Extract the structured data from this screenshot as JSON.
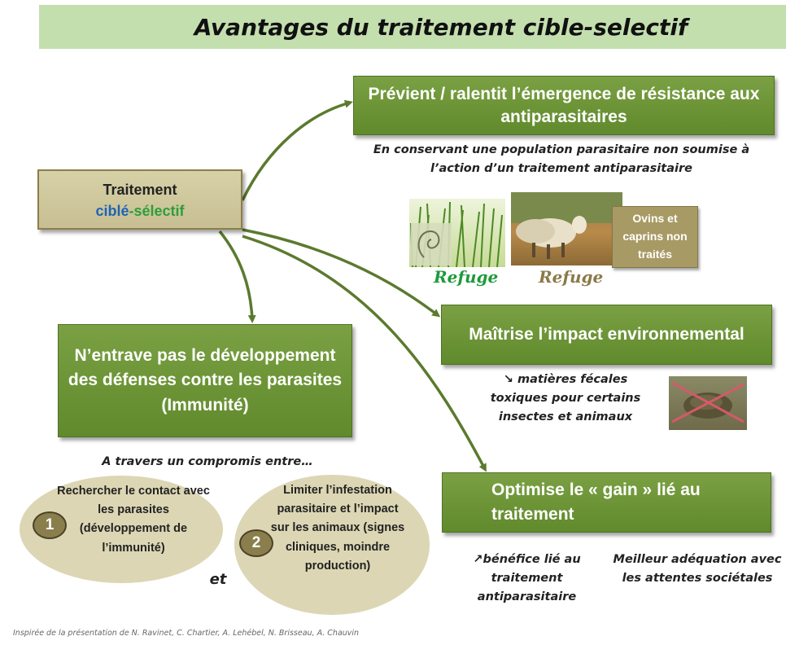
{
  "title": "Avantages du traitement cible-selectif",
  "center": {
    "line1": "Traitement",
    "line2_part1": "ciblé",
    "line2_sep": "-",
    "line2_part2": "sélectif"
  },
  "boxes": {
    "prevent": "Prévient / ralentit l’émergence de résistance aux antiparasitaires",
    "impact": "Maîtrise l’impact environnemental",
    "immune": "N’entrave pas le développement des défenses contre les parasites (Immunité)",
    "gain": "Optimise le « gain » lié au traitement"
  },
  "notes": {
    "prevent": "En conservant une population parasitaire non soumise à l’action d’un traitement antiparasitaire",
    "impact": "↘ matières fécales toxiques pour certains insectes et animaux",
    "compromis": "A travers un compromis entre…",
    "benefice": "↗bénéfice lié au traitement antiparasitaire",
    "attentes": "Meilleur adéquation avec les attentes sociétales",
    "et": "et"
  },
  "refuge": {
    "label1": "Refuge",
    "label2": "Refuge",
    "ovins": "Ovins et caprins non traités"
  },
  "compromise": {
    "num1": "1",
    "text1": "Rechercher le contact avec les parasites (développement de l’immunité)",
    "num2": "2",
    "text2": "Limiter l’infestation parasitaire et l’impact sur les animaux (signes cliniques, moindre production)"
  },
  "footer": "Inspirée de la présentation de N. Ravinet, C. Chartier, A. Lehébel, N. Brisseau, A. Chauvin",
  "colors": {
    "box_green": "#6b9537",
    "title_bg": "#c4dfae",
    "arrow": "#5b7a2e",
    "refuge_green": "#1e9a3a",
    "refuge_brown": "#8a7a48",
    "cible_blue": "#1f63b4",
    "selectif_green": "#2e9e3a"
  }
}
